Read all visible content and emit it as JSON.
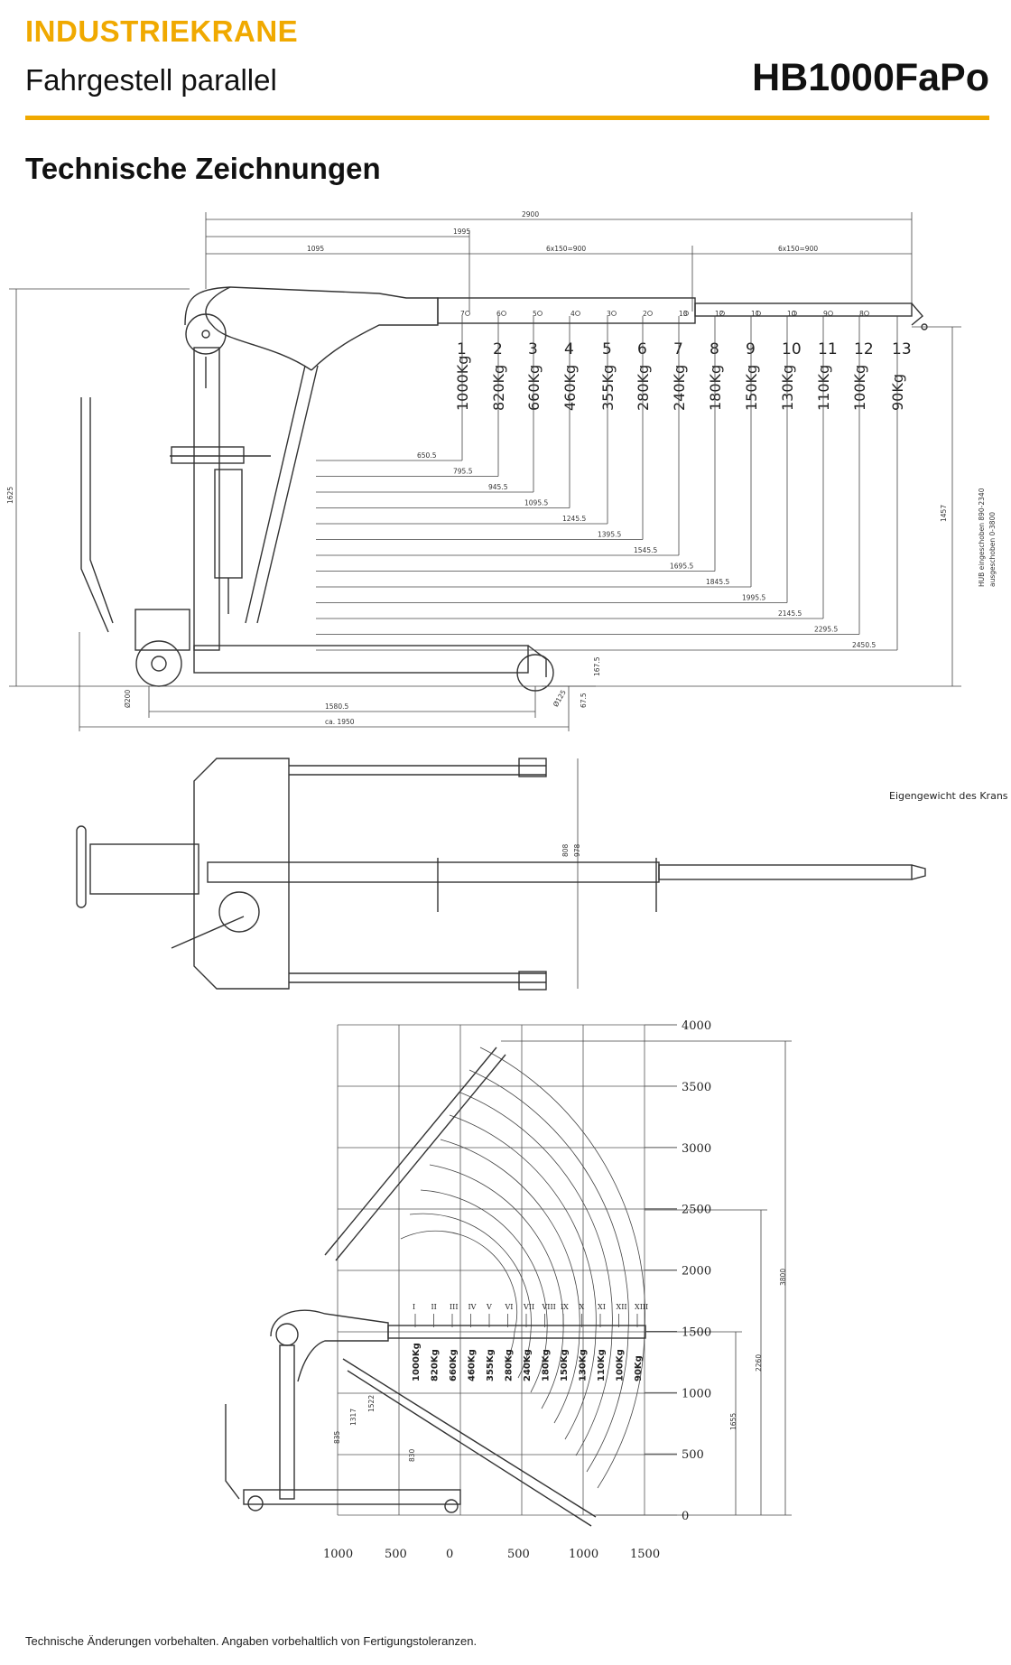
{
  "header": {
    "category": "INDUSTRIEKRANE",
    "subtitle": "Fahrgestell parallel",
    "model": "HB1000FaPo"
  },
  "section_title": "Technische Zeichnungen",
  "side_view": {
    "top_dims": {
      "total": "2900",
      "mid": "1995",
      "left": "1095",
      "seg1": "6x150=900",
      "seg2": "6x150=900"
    },
    "positions": [
      {
        "num": "1",
        "load": "1000Kg",
        "reach": "650.5"
      },
      {
        "num": "2",
        "load": "820Kg",
        "reach": "795.5"
      },
      {
        "num": "3",
        "load": "660Kg",
        "reach": "945.5"
      },
      {
        "num": "4",
        "load": "460Kg",
        "reach": "1095.5"
      },
      {
        "num": "5",
        "load": "355Kg",
        "reach": "1245.5"
      },
      {
        "num": "6",
        "load": "280Kg",
        "reach": "1395.5"
      },
      {
        "num": "7",
        "load": "240Kg",
        "reach": "1545.5"
      },
      {
        "num": "8",
        "load": "180Kg",
        "reach": "1695.5"
      },
      {
        "num": "9",
        "load": "150Kg",
        "reach": "1845.5"
      },
      {
        "num": "10",
        "load": "130Kg",
        "reach": "1995.5"
      },
      {
        "num": "11",
        "load": "110Kg",
        "reach": "2145.5"
      },
      {
        "num": "12",
        "load": "100Kg",
        "reach": "2295.5"
      },
      {
        "num": "13",
        "load": "90Kg",
        "reach": "2450.5"
      }
    ],
    "boom_marks": [
      "7",
      "6",
      "5",
      "4",
      "3",
      "2",
      "13",
      "12",
      "11",
      "10",
      "9",
      "8"
    ],
    "dims": {
      "height": "1625",
      "height_right": "1457",
      "hub": "HUB eingeschoben 890-2340",
      "hub2": "ausgeschoben 0-3800",
      "base_len": "1580.5",
      "total_len": "ca. 1950",
      "wheel_left": "Ø200",
      "wheel_right": "Ø125",
      "h1": "167.5",
      "h2": "67.5"
    }
  },
  "top_view": {
    "note": "Eigengewicht des Krans",
    "dims": {
      "w1": "808",
      "w2": "978"
    }
  },
  "load_chart": {
    "y_ticks": [
      "4000",
      "3500",
      "3000",
      "2500",
      "2000",
      "1500",
      "1000",
      "500",
      "0"
    ],
    "x_ticks": [
      "1000",
      "500",
      "0",
      "500",
      "1000",
      "1500"
    ],
    "roman": [
      "I",
      "II",
      "III",
      "IV",
      "V",
      "VI",
      "VII",
      "VIII",
      "IX",
      "X",
      "XI",
      "XII",
      "XIII"
    ],
    "loads": [
      "1000Kg",
      "820Kg",
      "660Kg",
      "460Kg",
      "355Kg",
      "280Kg",
      "240Kg",
      "180Kg",
      "150Kg",
      "130Kg",
      "110Kg",
      "100Kg",
      "90Kg"
    ],
    "dims": {
      "a": "1655",
      "b": "2260",
      "c": "3800",
      "d": "830",
      "e": "1522",
      "f": "1317",
      "g": "835"
    }
  },
  "footer": "Technische Änderungen vorbehalten. Angaben vorbehaltlich von Fertigungstoleranzen."
}
